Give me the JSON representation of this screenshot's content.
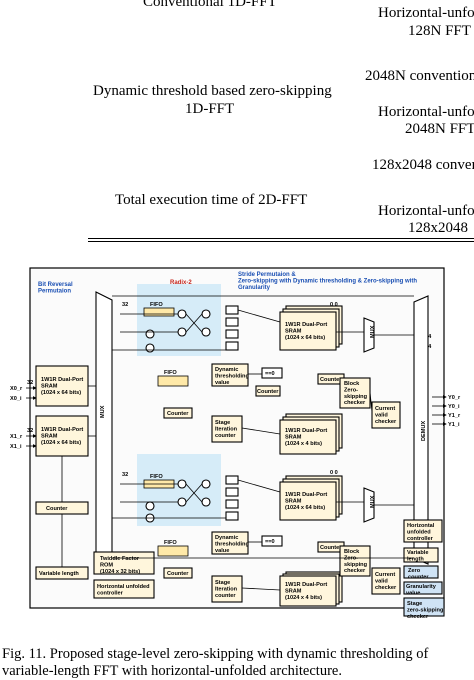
{
  "table_fragment": {
    "left_col": [
      "Conventional 1D-FFT",
      "Dynamic threshold based zero-skipping",
      "1D-FFT",
      "Total execution time of 2D-FFT"
    ],
    "right_col": [
      "Horizontal-unfo",
      "128N FFT",
      "2048N convention",
      "Horizontal-unfo",
      "2048N FFT",
      "128x2048 conver",
      "Horizontal-unfo",
      "128x2048"
    ]
  },
  "figure": {
    "section_titles": {
      "bit_reversal": "Bit Reversal\nPermutaion",
      "radix": "Radix-2",
      "stride": "Stride Permutaion &\nZero-skipping with Dynamic thresholding & Zero-skipping with\nGranularity"
    },
    "signals": {
      "x0r": "X0_r",
      "x0i": "X0_i",
      "x1r": "X1_r",
      "x1i": "X1_i",
      "y0r": "Y0_r",
      "y0i": "Y0_i",
      "y1r": "Y1_r",
      "y1i": "Y1_i",
      "w32a": "32",
      "w32b": "32",
      "w32c": "32",
      "w32d": "32",
      "w64a": "64",
      "w64b": "64",
      "w00a": "0 0",
      "w00b": "0 0"
    },
    "blocks": {
      "sram_left_top": "1W1R Dual-Port\nSRAM\n(1024 x 64 bits)",
      "sram_left_bot": "1W1R Dual-Port\nSRAM\n(1024 x 64 bits)",
      "mux_left": "MUX",
      "fifo1": "FIFO",
      "fifo2": "FIFO",
      "fifo3": "FIFO",
      "fifo4": "FIFO",
      "sram_r1": "1W1R Dual-Port\nSRAM\n(1024 x 64 bits)",
      "sram_r2": "1W1R Dual-Port\nSRAM\n(1024 x 4 bits)",
      "sram_r3": "1W1R Dual-Port\nSRAM\n(1024 x 64 bits)",
      "sram_r4": "1W1R Dual-Port\nSRAM\n(1024 x 4 bits)",
      "dyn1": "Dynamic\nthresholding\nvalue",
      "dyn2": "Dynamic\nthresholding\nvalue",
      "eq1": "==0",
      "eq2": "==0",
      "counter_a": "Counter",
      "counter_b": "Counter",
      "counter_c": "Counter",
      "counter_d": "Counter",
      "counter_e": "Counter",
      "counter_f": "Counter",
      "stage1": "Stage\nIteration\ncounter",
      "stage2": "Stage\nIteration\ncounter",
      "block_zero1": "Block\nZero-\nskipping\nchecker",
      "block_zero2": "Block\nZero-\nskipping\nchecker",
      "valid1": "Current\nvalid\nchecker",
      "valid2": "Current\nvalid\nchecker",
      "twiddle": "Twiddle Factor\nROM\n(1024 x 32 bits)",
      "var_len_left": "Variable length",
      "hu_ctrl_left": "Horizontal unfolded\ncontroller",
      "hu_ctrl_right": "Horizontal\nunfolded\ncontroller",
      "var_len_right": "Variable\nlength",
      "zero_counter": "Zero\ncounter",
      "gran_value": "Granularity\nvalue",
      "stage_checker": "Stage\nzero-skipping\nchecker",
      "mux_r1": "MUX",
      "mux_r2": "MUX",
      "demux": "DEMUX"
    }
  },
  "caption": {
    "line1": "Fig. 11.   Proposed stage-level zero-skipping with dynamic thresholding of",
    "line2": "variable-length FFT with horizontal-unfolded architecture."
  }
}
